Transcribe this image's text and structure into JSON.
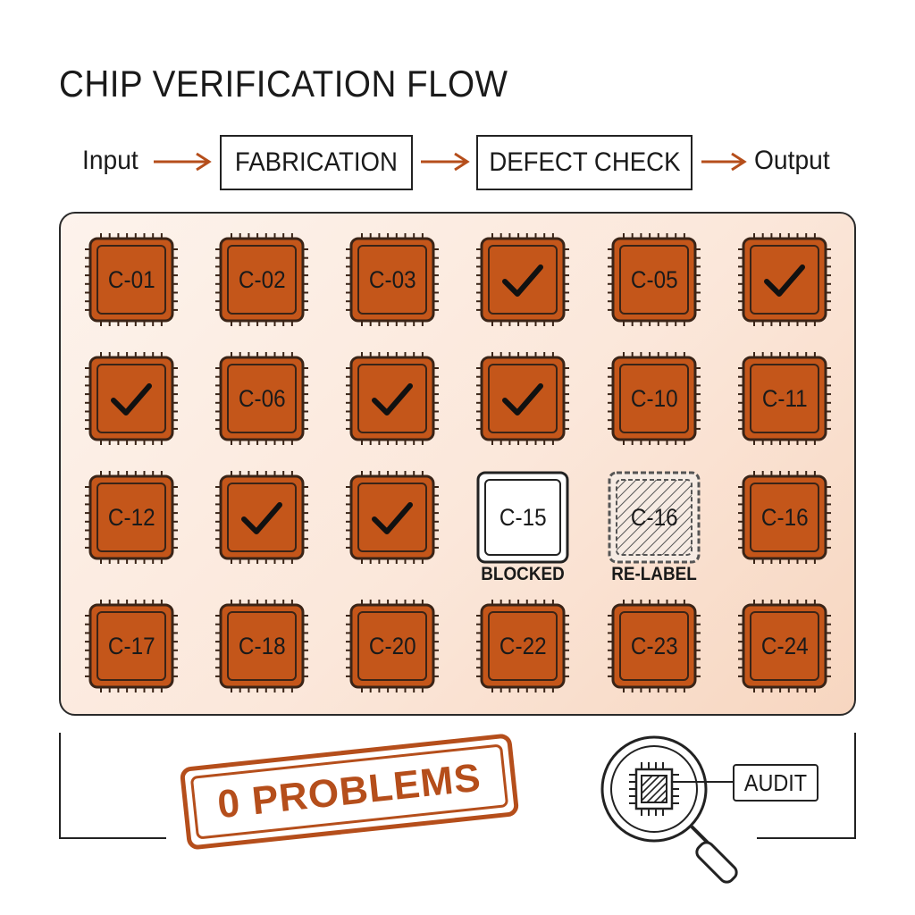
{
  "title": "CHIP VERIFICATION FLOW",
  "flow": {
    "input_label": "Input",
    "stage1": "FABRICATION",
    "stage2": "DEFECT CHECK",
    "output_label": "Output"
  },
  "colors": {
    "chip_fill": "#c4561a",
    "chip_border": "#3a2417",
    "accent": "#b54e1b",
    "panel_bg": "#fbe7da"
  },
  "chips": [
    {
      "label": "C-01",
      "state": "normal"
    },
    {
      "label": "C-02",
      "state": "normal"
    },
    {
      "label": "C-03",
      "state": "normal"
    },
    {
      "label": "",
      "state": "checked"
    },
    {
      "label": "C-05",
      "state": "normal"
    },
    {
      "label": "",
      "state": "checked"
    },
    {
      "label": "",
      "state": "checked"
    },
    {
      "label": "C-06",
      "state": "normal"
    },
    {
      "label": "",
      "state": "checked"
    },
    {
      "label": "",
      "state": "checked"
    },
    {
      "label": "C-10",
      "state": "normal"
    },
    {
      "label": "C-11",
      "state": "normal"
    },
    {
      "label": "C-12",
      "state": "normal"
    },
    {
      "label": "",
      "state": "checked"
    },
    {
      "label": "",
      "state": "checked"
    },
    {
      "label": "C-15",
      "state": "blocked",
      "note": "BLOCKED"
    },
    {
      "label": "C-16",
      "state": "hatched",
      "note": "RE-LABEL"
    },
    {
      "label": "C-16",
      "state": "normal"
    },
    {
      "label": "C-17",
      "state": "normal"
    },
    {
      "label": "C-18",
      "state": "normal"
    },
    {
      "label": "C-20",
      "state": "normal"
    },
    {
      "label": "C-22",
      "state": "normal"
    },
    {
      "label": "C-23",
      "state": "normal"
    },
    {
      "label": "C-24",
      "state": "normal"
    }
  ],
  "stamp": "0 PROBLEMS",
  "audit": {
    "label": "AUDIT",
    "icon": "magnifier-chip-icon"
  }
}
